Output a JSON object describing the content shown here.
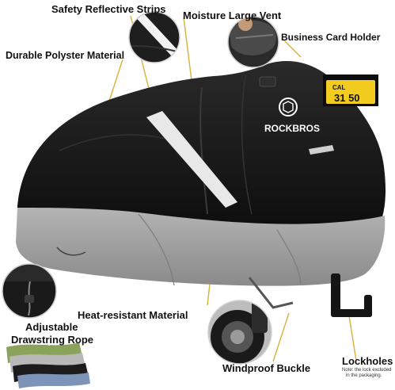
{
  "labels": {
    "safety_reflective_strips": "Safety Reflective Strips",
    "moisture_large_vent": "Moisture Large Vent",
    "business_card_holder": "Business Card Holder",
    "durable_polyster_material": "Durable Polyster Material",
    "heat_resistant_material": "Heat-resistant Material",
    "adjustable_line1": "Adjustable",
    "adjustable_line2": "Drawstring Rope",
    "windproof_buckle": "Windproof Buckle",
    "lockholes": "Lockholes",
    "lockholes_note_line1": "Note: the lock excluded",
    "lockholes_note_line2": "in the packaging."
  },
  "brand": {
    "logo_text": "ROCKBROS"
  },
  "card": {
    "line1": "CAL",
    "line2": "31 50"
  },
  "colors": {
    "cover_black": "#141414",
    "cover_grey": "#9a9a9a",
    "reflective": "#e8e8e8",
    "card_yellow": "#f2cc1f",
    "leader_line": "#d7b13a"
  }
}
